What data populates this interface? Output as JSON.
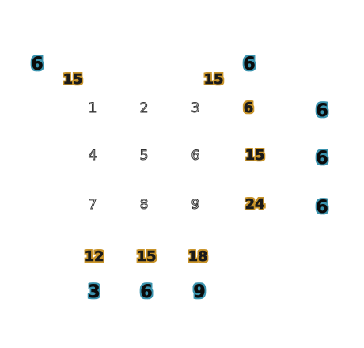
{
  "colors": {
    "background": "#ffffff",
    "sum_accent": "#c9942a",
    "count_accent": "#3b93ae",
    "grid_outline": "#333333"
  },
  "grid": {
    "rows": [
      [
        "1",
        "2",
        "3"
      ],
      [
        "4",
        "5",
        "6"
      ],
      [
        "7",
        "8",
        "9"
      ]
    ]
  },
  "row_sums": [
    "6",
    "15",
    "24"
  ],
  "row_counts": [
    "6",
    "6",
    "6"
  ],
  "column_sums": [
    "12",
    "15",
    "18"
  ],
  "column_counts": [
    "3",
    "6",
    "9"
  ],
  "diagonal": {
    "main_count": "6",
    "main_sum": "15",
    "anti_sum": "15",
    "anti_count": "6"
  }
}
